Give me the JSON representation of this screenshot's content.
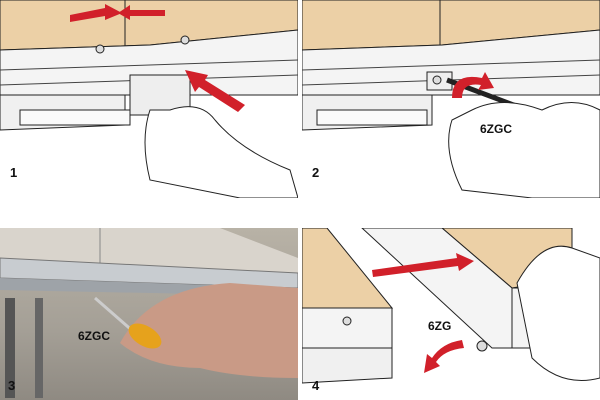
{
  "steps": [
    {
      "number": "1"
    },
    {
      "number": "2",
      "part_label": "6ZGC"
    },
    {
      "number": "3",
      "part_label": "6ZGC"
    },
    {
      "number": "4",
      "part_label": "6ZG"
    }
  ],
  "colors": {
    "arrow": "#d1202a",
    "wood": "#ecd0a6",
    "frame": "#f2f2f2",
    "photo_bg": "#a8a49c"
  }
}
